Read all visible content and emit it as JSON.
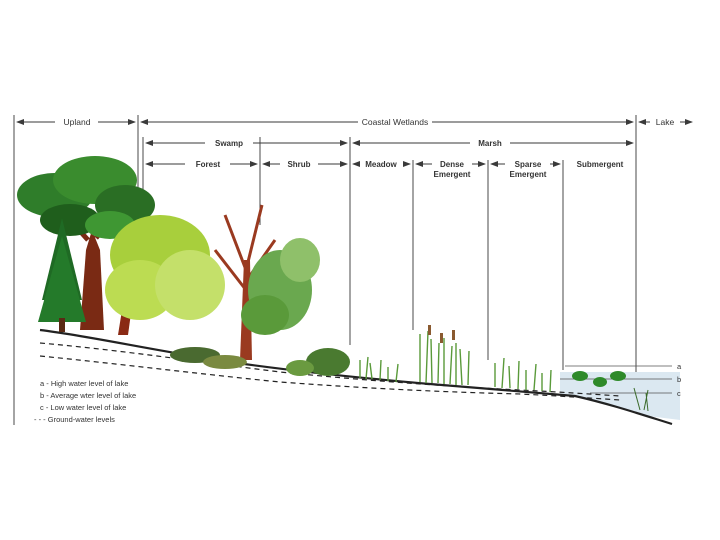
{
  "diagram": {
    "top_labels": {
      "upland": "Upland",
      "coastal_wetlands": "Coastal Wetlands",
      "lake": "Lake"
    },
    "mid_labels": {
      "swamp": "Swamp",
      "marsh": "Marsh"
    },
    "zones": {
      "forest": "Forest",
      "shrub": "Shrub",
      "meadow": "Meadow",
      "dense_emergent": [
        "Dense",
        "Emergent"
      ],
      "sparse_emergent": [
        "Sparse",
        "Emergent"
      ],
      "submergent": "Submergent"
    },
    "level_letters": [
      "a",
      "b",
      "c"
    ],
    "legend": [
      "a - High water level of lake",
      "b - Average wter level of lake",
      "c - Low water level of lake",
      "- - - Ground-water levels"
    ],
    "colors": {
      "line": "#3a3a3a",
      "water": "#dbe8f1",
      "ground": "#222222",
      "tree_dark": "#2f7d2a",
      "tree_light": "#a8cf3c",
      "trunk": "#8a2a14",
      "marsh_grass": "#5a9a3a"
    }
  }
}
